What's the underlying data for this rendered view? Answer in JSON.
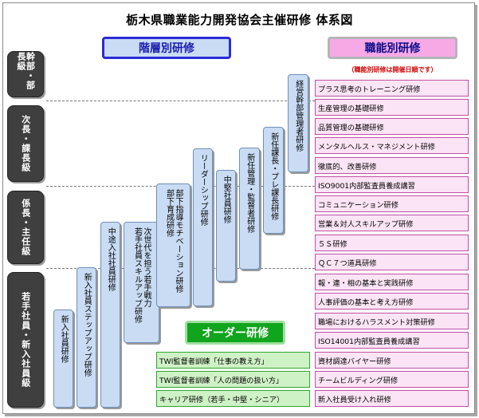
{
  "title": "栃木県職業能力開発協会主催研修 体系図",
  "headers": {
    "hierarchical": "階層別研修",
    "functional": "職能別研修",
    "functional_note": "（職能別研修は開催日順です）",
    "order": "オーダー研修"
  },
  "levels": [
    "幹部・部長級",
    "次長・課長級",
    "係長・主任級",
    "若手社員・新入社員級"
  ],
  "hierarchical_courses": [
    "新入社員研修",
    "新入社員ステップアップ研修",
    "中途入社社員研修",
    "次世代を担う若手戦力",
    "若手社員スキルアップ研修",
    "部下指導モチベーション研修",
    "部下育成研修",
    "リーダーシップ研修",
    "中堅社員研修",
    "新任管理・監督者研修",
    "新任課長・プレ課長研修",
    "経営幹部管理者研修"
  ],
  "functional_courses": [
    "プラス思考のトレーニング研修",
    "生産管理の基礎研修",
    "品質管理の基礎研修",
    "メンタルヘルス・マネジメント研修",
    "徹底的、改善研修",
    "ISO9001内部監査員養成講習",
    "コミュニケーション研修",
    "営業＆対人スキルアップ研修",
    "５Ｓ研修",
    "ＱＣ７つ道具研修",
    "報・連・相の基本と実践研修",
    "人事評価の基本と考え方研修",
    "職場におけるハラスメント対策研修",
    "ISO14001内部監査員養成講習",
    "資材調達バイヤー研修",
    "チームビルディング研修",
    "新入社員受け入れ研修"
  ],
  "order_courses": [
    "TWI監督者訓練「仕事の教え方」",
    "TWI監督者訓練「人の問題の扱い方」",
    "キャリア研修（若手・中堅・シニア）"
  ],
  "colors": {
    "level_bg": "#3f3f3f",
    "hier_box": "#c9dcf4",
    "func_box": "#fbe4f5",
    "order_box": "#cff1c6",
    "header_pink": "#f7a9e6",
    "header_green": "#10a51c"
  }
}
